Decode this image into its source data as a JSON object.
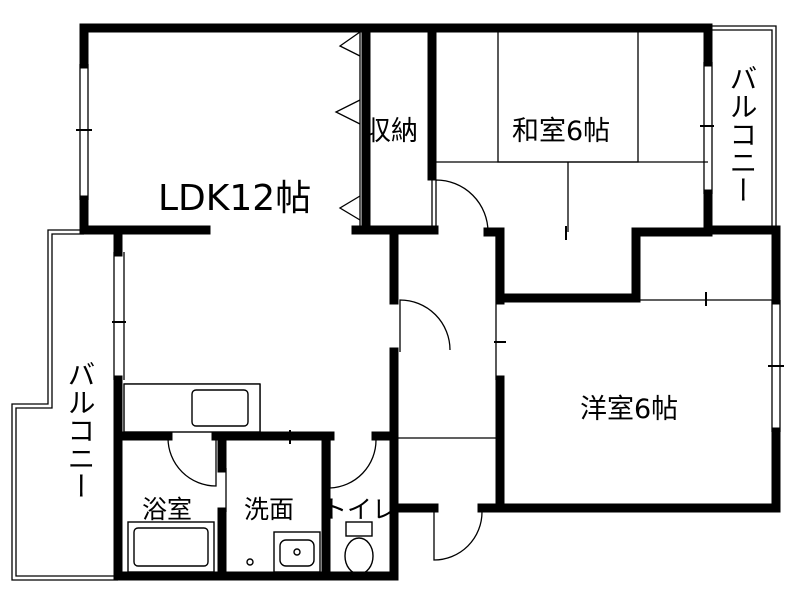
{
  "floor_plan": {
    "rooms": {
      "ldk": "LDK12帖",
      "storage": "収納",
      "washitsu": "和室6帖",
      "yoshitsu": "洋室6帖",
      "bath": "浴室",
      "washroom": "洗面",
      "toilet": "トイレ",
      "balcony_right": "バルコニー",
      "balcony_left": "バルコニー"
    }
  }
}
